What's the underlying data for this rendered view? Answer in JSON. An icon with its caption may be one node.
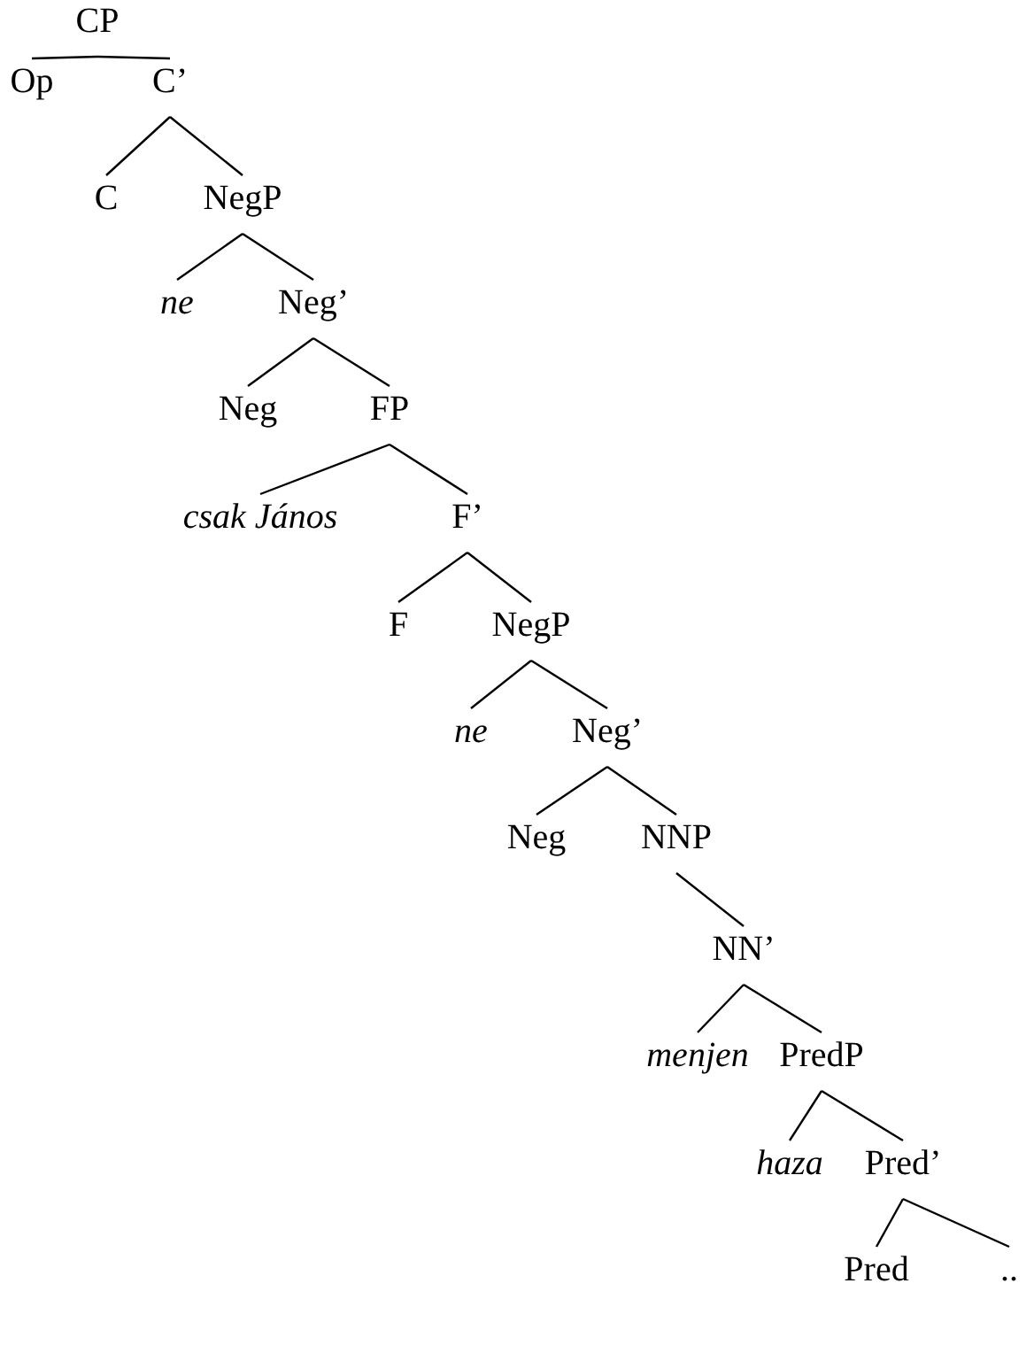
{
  "diagram": {
    "nodes": [
      {
        "text": [
          "CP"
        ]
      },
      {
        "text": [
          "Op"
        ]
      },
      {
        "text": [
          "C’"
        ]
      },
      {
        "text": [
          "C"
        ]
      },
      {
        "text": [
          "NegP"
        ]
      },
      {
        "text": [
          "ne"
        ]
      },
      {
        "text": [
          "Neg’"
        ]
      },
      {
        "text": [
          "Neg"
        ]
      },
      {
        "text": [
          "FP"
        ]
      },
      {
        "text": [
          "csak János"
        ]
      },
      {
        "text": [
          "F’"
        ]
      },
      {
        "text": [
          "F"
        ]
      },
      {
        "text": [
          "NegP"
        ]
      },
      {
        "text": [
          "ne"
        ]
      },
      {
        "text": [
          "Neg’"
        ]
      },
      {
        "text": [
          "Neg"
        ]
      },
      {
        "text": [
          "NNP"
        ]
      },
      {
        "text": [
          "NN’"
        ]
      },
      {
        "text": [
          "menjen"
        ]
      },
      {
        "text": [
          "PredP"
        ]
      },
      {
        "text": [
          "haza"
        ]
      },
      {
        "text": [
          "Pred’"
        ]
      },
      {
        "text": [
          "Pred"
        ]
      },
      {
        "text": [
          ".."
        ]
      }
    ],
    "edges": [
      {
        "from": 0,
        "to": 1,
        "arrow": "none"
      },
      {
        "from": 0,
        "to": 2,
        "arrow": "none"
      },
      {
        "from": 2,
        "to": 3,
        "arrow": "none"
      },
      {
        "from": 2,
        "to": 4,
        "arrow": "none"
      },
      {
        "from": 4,
        "to": 5,
        "arrow": "none"
      },
      {
        "from": 4,
        "to": 6,
        "arrow": "none"
      },
      {
        "from": 6,
        "to": 7,
        "arrow": "none"
      },
      {
        "from": 6,
        "to": 8,
        "arrow": "none"
      },
      {
        "from": 8,
        "to": 9,
        "arrow": "none"
      },
      {
        "from": 8,
        "to": 10,
        "arrow": "none"
      },
      {
        "from": 10,
        "to": 11,
        "arrow": "none"
      },
      {
        "from": 10,
        "to": 12,
        "arrow": "none"
      },
      {
        "from": 12,
        "to": 13,
        "arrow": "none"
      },
      {
        "from": 12,
        "to": 14,
        "arrow": "none"
      },
      {
        "from": 14,
        "to": 15,
        "arrow": "none"
      },
      {
        "from": 14,
        "to": 16,
        "arrow": "none"
      },
      {
        "from": 16,
        "to": 17,
        "arrow": "none"
      },
      {
        "from": 17,
        "to": 18,
        "arrow": "none"
      },
      {
        "from": 17,
        "to": 19,
        "arrow": "none"
      },
      {
        "from": 19,
        "to": 20,
        "arrow": "none"
      },
      {
        "from": 19,
        "to": 21,
        "arrow": "none"
      },
      {
        "from": 21,
        "to": 22,
        "arrow": "none"
      },
      {
        "from": 21,
        "to": 23,
        "arrow": "none"
      }
    ]
  }
}
